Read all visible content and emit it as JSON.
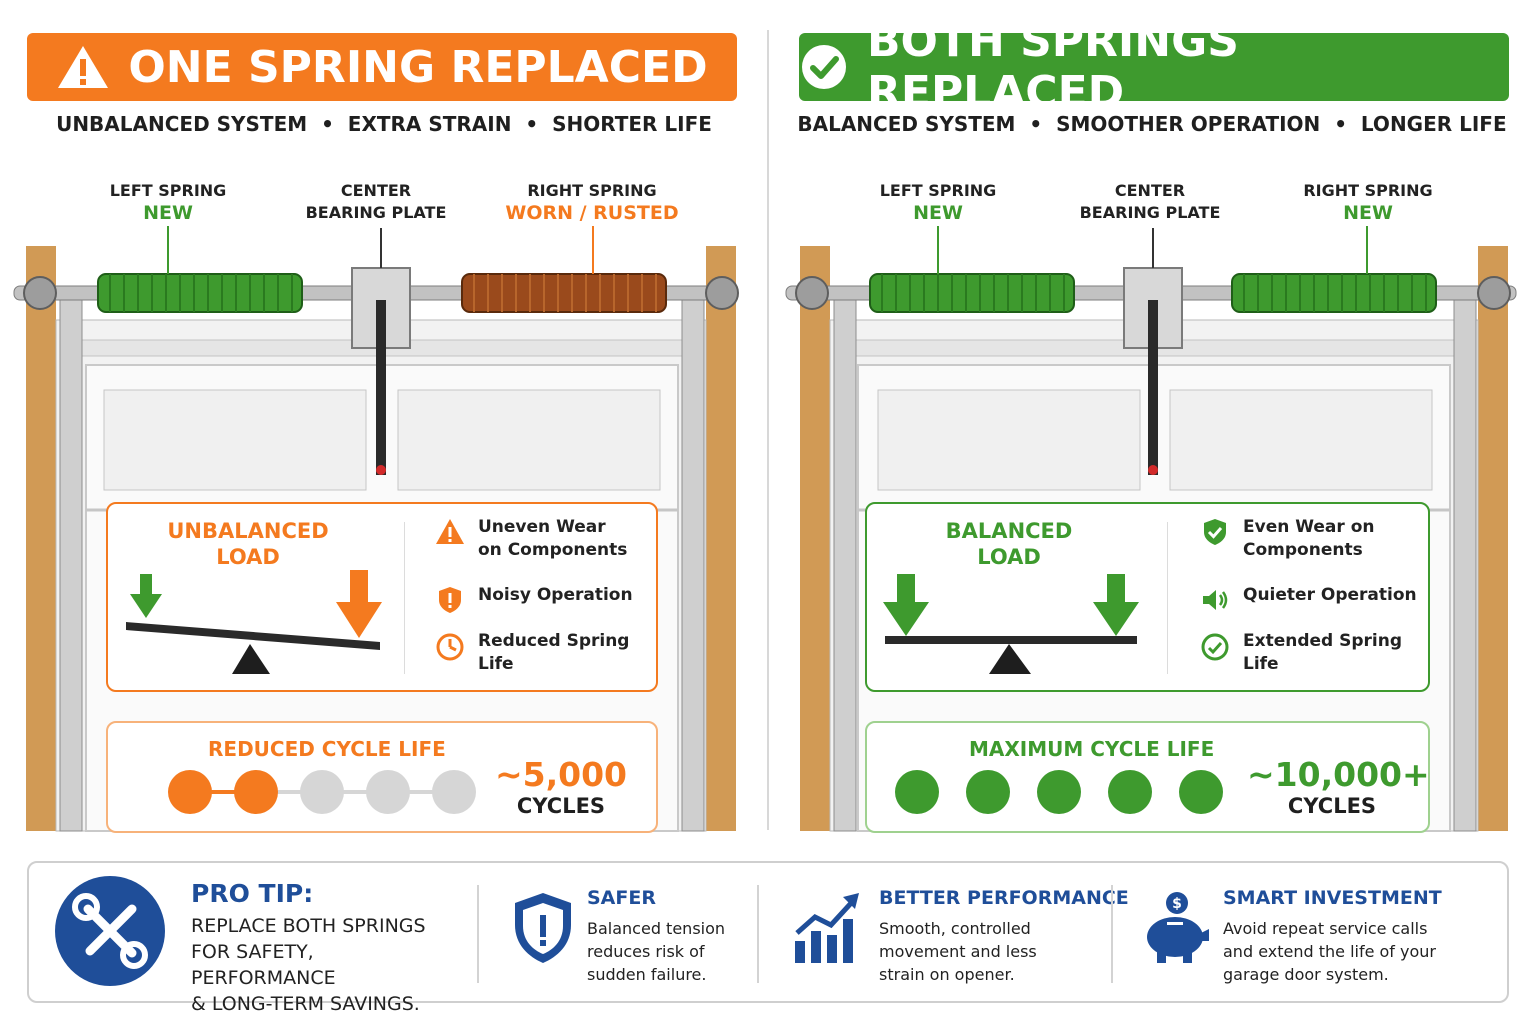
{
  "left": {
    "banner": "ONE SPRING REPLACED",
    "subtitle": "UNBALANCED SYSTEM  •  EXTRA STRAIN  •  SHORTER LIFE",
    "springs": {
      "left_label": "LEFT SPRING",
      "left_status": "NEW",
      "center_label_1": "CENTER",
      "center_label_2": "BEARING PLATE",
      "right_label": "RIGHT SPRING",
      "right_status": "WORN / RUSTED"
    },
    "load": {
      "title_1": "UNBALANCED",
      "title_2": "LOAD",
      "items": [
        {
          "icon": "warning-icon",
          "text_1": "Uneven Wear",
          "text_2": "on Components"
        },
        {
          "icon": "shield-alert-icon",
          "text_1": "Noisy Operation",
          "text_2": ""
        },
        {
          "icon": "clock-icon",
          "text_1": "Reduced Spring",
          "text_2": "Life"
        }
      ]
    },
    "cycle": {
      "title": "REDUCED CYCLE LIFE",
      "filled": 2,
      "total": 5,
      "number": "~5,000",
      "unit": "CYCLES"
    }
  },
  "right": {
    "banner": "BOTH SPRINGS REPLACED",
    "subtitle": "BALANCED SYSTEM  •  SMOOTHER OPERATION  •  LONGER LIFE",
    "springs": {
      "left_label": "LEFT SPRING",
      "left_status": "NEW",
      "center_label_1": "CENTER",
      "center_label_2": "BEARING PLATE",
      "right_label": "RIGHT SPRING",
      "right_status": "NEW"
    },
    "load": {
      "title_1": "BALANCED",
      "title_2": "LOAD",
      "items": [
        {
          "icon": "shield-check-icon",
          "text_1": "Even Wear on",
          "text_2": "Components"
        },
        {
          "icon": "speaker-icon",
          "text_1": "Quieter Operation",
          "text_2": ""
        },
        {
          "icon": "clock-check-icon",
          "text_1": "Extended Spring",
          "text_2": "Life"
        }
      ]
    },
    "cycle": {
      "title": "MAXIMUM CYCLE LIFE",
      "filled": 5,
      "total": 5,
      "number": "~10,000+",
      "unit": "CYCLES"
    }
  },
  "bottom": {
    "pro_title": "PRO TIP:",
    "pro_line_1": "REPLACE BOTH SPRINGS",
    "pro_line_2": "FOR SAFETY, PERFORMANCE",
    "pro_line_3": "& LONG-TERM SAVINGS.",
    "features": [
      {
        "icon": "shield-icon",
        "title": "SAFER",
        "l1": "Balanced tension",
        "l2": "reduces risk of",
        "l3": "sudden failure."
      },
      {
        "icon": "growth-chart-icon",
        "title": "BETTER PERFORMANCE",
        "l1": "Smooth, controlled",
        "l2": "movement and less",
        "l3": "strain on opener."
      },
      {
        "icon": "piggy-bank-icon",
        "title": "SMART INVESTMENT",
        "l1": "Avoid repeat service calls",
        "l2": "and extend the life of your",
        "l3": "garage door system."
      }
    ]
  },
  "colors": {
    "orange": "#f47a1f",
    "green": "#3e9a2e",
    "navy": "#1f4e99",
    "rust": "#9a4a1c",
    "gray": "#d6d6d6"
  }
}
